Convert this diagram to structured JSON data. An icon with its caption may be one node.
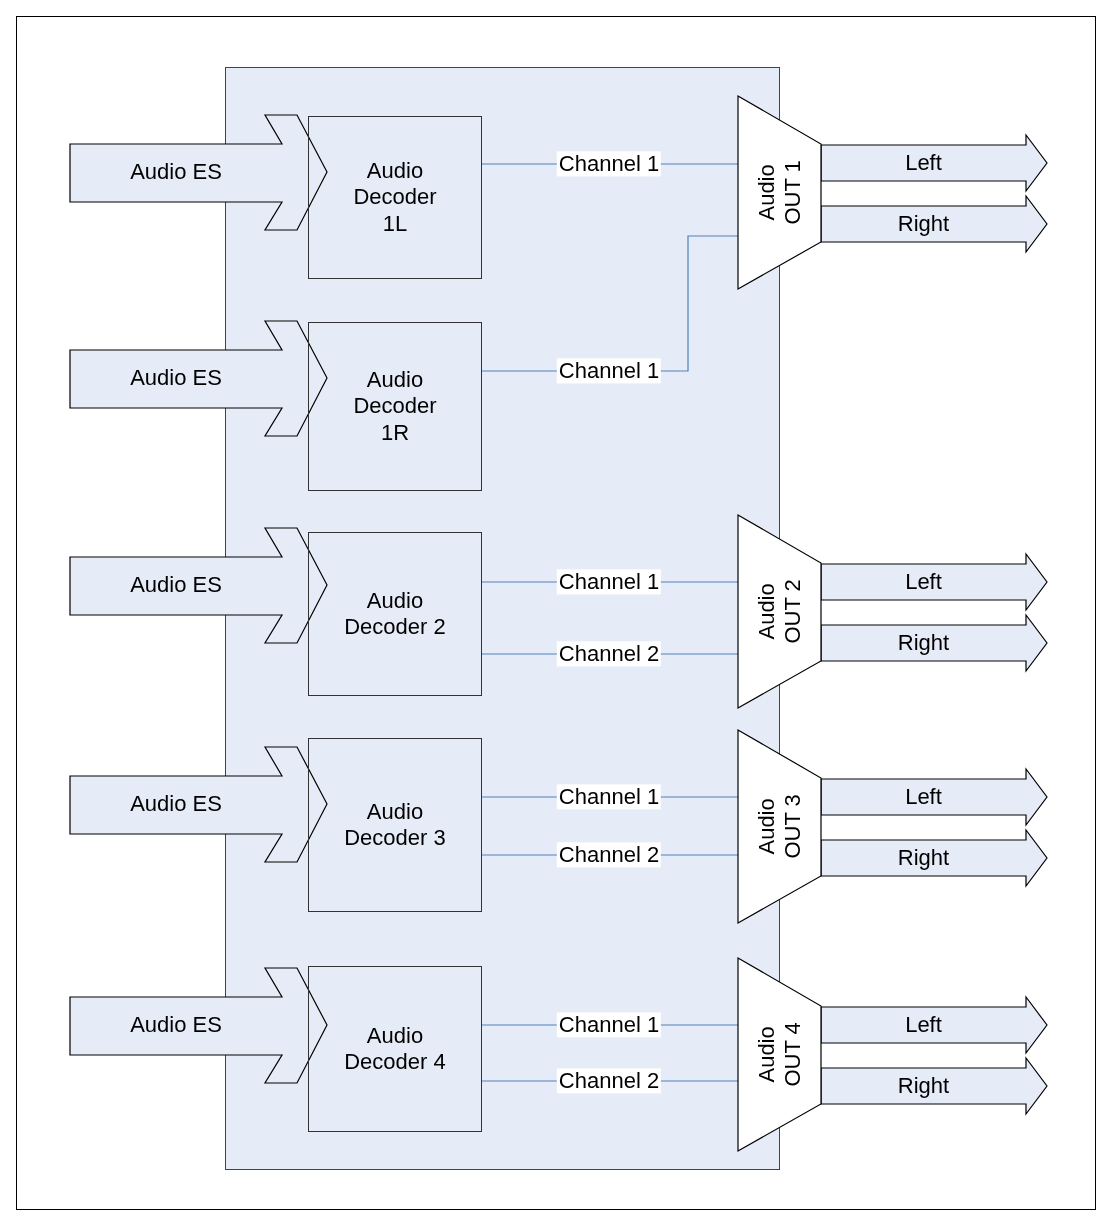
{
  "diagram": {
    "nodes": [
      {
        "text": [],
        "shape": "box"
      },
      {
        "text": [
          "Audio ES"
        ]
      },
      {
        "text": [
          "Audio Decoder 1L"
        ],
        "in": 0
      },
      {
        "text": [
          "Audio OUT 1"
        ]
      },
      {
        "text": [
          "Left"
        ]
      },
      {
        "text": [
          "Right"
        ]
      },
      {
        "text": [
          "Audio ES"
        ]
      },
      {
        "text": [
          "Audio Decoder 1R"
        ],
        "in": 0
      },
      {
        "text": [
          "Audio ES"
        ]
      },
      {
        "text": [
          "Audio Decoder 2"
        ],
        "in": 0
      },
      {
        "text": [
          "Audio OUT 2"
        ]
      },
      {
        "text": [
          "Left"
        ]
      },
      {
        "text": [
          "Right"
        ]
      },
      {
        "text": [
          "Audio ES"
        ]
      },
      {
        "text": [
          "Audio Decoder 3"
        ],
        "in": 0
      },
      {
        "text": [
          "Audio OUT 3"
        ]
      },
      {
        "text": [
          "Left"
        ]
      },
      {
        "text": [
          "Right"
        ]
      },
      {
        "text": [
          "Audio ES"
        ]
      },
      {
        "text": [
          "Audio Decoder 4"
        ],
        "in": 0
      },
      {
        "text": [
          "Audio OUT 4"
        ]
      },
      {
        "text": [
          "Left"
        ]
      },
      {
        "text": [
          "Right"
        ]
      }
    ],
    "edges": [
      {
        "from": 2,
        "to": 3,
        "arrow": "none",
        "label": "Channel 1"
      },
      {
        "from": 7,
        "to": 3,
        "arrow": "none",
        "label": "Channel 1"
      },
      {
        "from": 9,
        "to": 10,
        "arrow": "none",
        "label": "Channel 1"
      },
      {
        "from": 9,
        "to": 10,
        "arrow": "none",
        "label": "Channel 2"
      },
      {
        "from": 14,
        "to": 15,
        "arrow": "none",
        "label": "Channel 1"
      },
      {
        "from": 14,
        "to": 15,
        "arrow": "none",
        "label": "Channel 2"
      },
      {
        "from": 19,
        "to": 20,
        "arrow": "none",
        "label": "Channel 1"
      },
      {
        "from": 19,
        "to": 20,
        "arrow": "none",
        "label": "Channel 2"
      }
    ]
  }
}
